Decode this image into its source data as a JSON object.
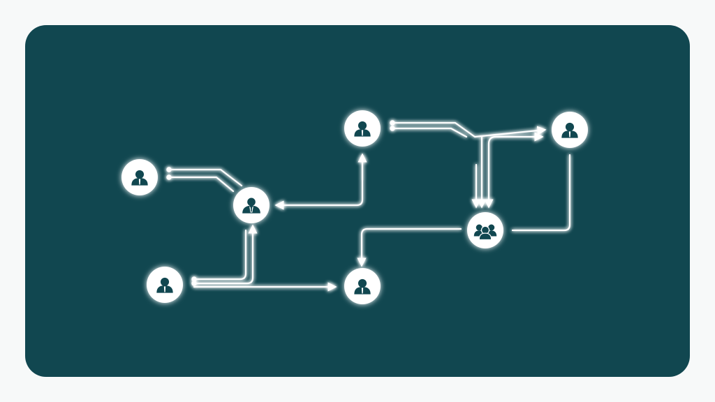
{
  "diagram": {
    "colors": {
      "page_background": "#f7f9f9",
      "panel_background": "#114750",
      "node_fill": "#ffffff",
      "icon_color": "#114750",
      "connector_color": "#ffffff",
      "glow_color": "#7ff5ee"
    },
    "nodes": [
      {
        "id": "person-left-top",
        "icon": "person-icon"
      },
      {
        "id": "person-center-hub",
        "icon": "manager-icon"
      },
      {
        "id": "person-left-bottom",
        "icon": "person-icon"
      },
      {
        "id": "person-center-top",
        "icon": "person-icon"
      },
      {
        "id": "person-center-bottom",
        "icon": "person-icon"
      },
      {
        "id": "person-right-top",
        "icon": "person-icon"
      },
      {
        "id": "team-right",
        "icon": "team-icon"
      }
    ],
    "connections": [
      {
        "from": "person-left-top",
        "to": "person-center-hub",
        "arrow": false
      },
      {
        "from": "person-center-top",
        "to": "person-center-hub",
        "arrow": true
      },
      {
        "from": "person-center-bottom",
        "to": "person-center-top",
        "arrow": true
      },
      {
        "from": "person-left-bottom",
        "to": "person-center-hub",
        "arrow": true
      },
      {
        "from": "person-left-bottom",
        "to": "person-center-bottom",
        "arrow": true
      },
      {
        "from": "person-center-top",
        "to": "person-right-top",
        "arrow": true
      },
      {
        "from": "person-center-top",
        "to": "team-right",
        "arrow": true
      },
      {
        "from": "person-right-top",
        "to": "team-right",
        "arrow": false
      },
      {
        "from": "team-right",
        "to": "person-center-bottom",
        "arrow": true
      }
    ]
  }
}
